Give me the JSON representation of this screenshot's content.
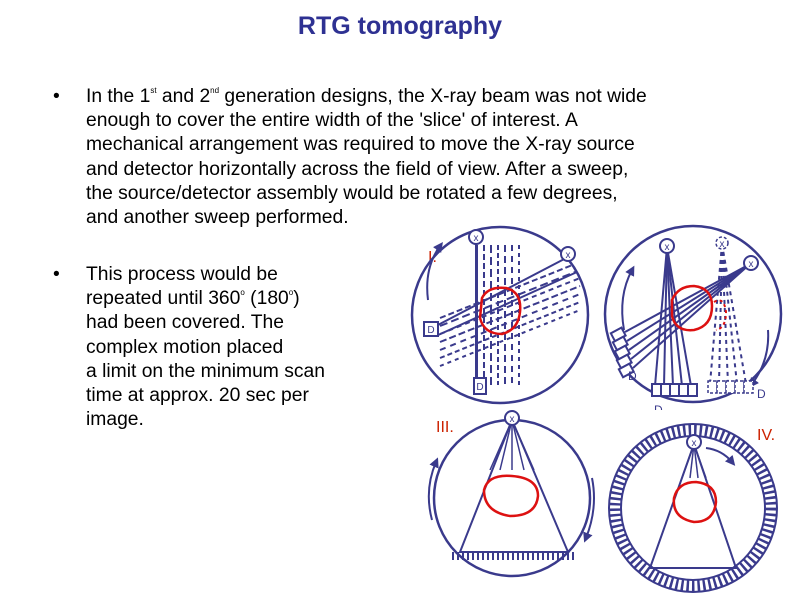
{
  "slide": {
    "title": "RTG tomography",
    "bullets": [
      {
        "marker": "•",
        "p1": "In the 1",
        "sup1": "st",
        "p2": " and 2",
        "sup2": "nd",
        "p3": " generation designs, the X-ray beam was not wide",
        "line2": "enough to cover the entire width of the 'slice' of interest. A",
        "line3": "mechanical arrangement was required to move the X-ray source",
        "line4": "and detector horizontally across the field of view. After a sweep,",
        "line5": "the source/detector assembly would be rotated a few degrees,",
        "line6": "and another sweep performed."
      },
      {
        "marker": "•",
        "line1": "This process would be",
        "line2a": "repeated until 360",
        "sup1": "o",
        "line2b": " (180",
        "sup2": "o",
        "line2c": ")",
        "line3": "had been covered. The",
        "line4": "complex motion placed",
        "line5": "a limit on the minimum scan",
        "line6": "time at approx. 20 sec per",
        "line7": "image."
      }
    ]
  },
  "figures": {
    "labels": [
      "I.",
      "III.",
      "IV."
    ],
    "marks": {
      "source": "x",
      "detector_letter": "D"
    },
    "colors": {
      "ink": "#3a3a8c",
      "object": "#dd1111",
      "label": "#cc2200"
    }
  }
}
